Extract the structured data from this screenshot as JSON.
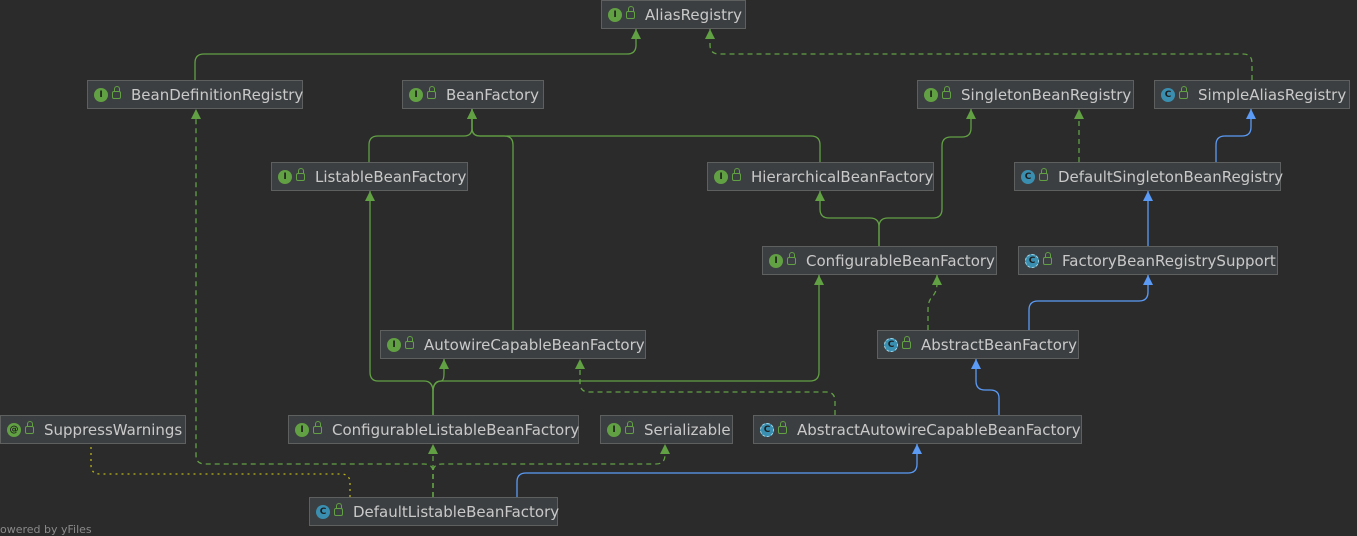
{
  "diagram": {
    "nodes": [
      {
        "id": "alias_registry",
        "label": "AliasRegistry",
        "kind": "interface",
        "icon": "interface-icon"
      },
      {
        "id": "bean_definition_registry",
        "label": "BeanDefinitionRegistry",
        "kind": "interface",
        "icon": "interface-icon"
      },
      {
        "id": "bean_factory",
        "label": "BeanFactory",
        "kind": "interface",
        "icon": "interface-icon"
      },
      {
        "id": "singleton_bean_registry",
        "label": "SingletonBeanRegistry",
        "kind": "interface",
        "icon": "interface-icon"
      },
      {
        "id": "simple_alias_registry",
        "label": "SimpleAliasRegistry",
        "kind": "class",
        "icon": "class-icon"
      },
      {
        "id": "listable_bean_factory",
        "label": "ListableBeanFactory",
        "kind": "interface",
        "icon": "interface-icon"
      },
      {
        "id": "hierarchical_bean_factory",
        "label": "HierarchicalBeanFactory",
        "kind": "interface",
        "icon": "interface-icon"
      },
      {
        "id": "default_singleton_bean_registry",
        "label": "DefaultSingletonBeanRegistry",
        "kind": "class",
        "icon": "class-icon"
      },
      {
        "id": "configurable_bean_factory",
        "label": "ConfigurableBeanFactory",
        "kind": "interface",
        "icon": "interface-icon"
      },
      {
        "id": "factory_bean_registry_support",
        "label": "FactoryBeanRegistrySupport",
        "kind": "abstract",
        "icon": "abstract-class-icon"
      },
      {
        "id": "autowire_capable_bean_factory",
        "label": "AutowireCapableBeanFactory",
        "kind": "interface",
        "icon": "interface-icon"
      },
      {
        "id": "abstract_bean_factory",
        "label": "AbstractBeanFactory",
        "kind": "abstract",
        "icon": "abstract-class-icon"
      },
      {
        "id": "suppress_warnings",
        "label": "SuppressWarnings",
        "kind": "annotation",
        "icon": "annotation-icon"
      },
      {
        "id": "configurable_listable_bean_factory",
        "label": "ConfigurableListableBeanFactory",
        "kind": "interface",
        "icon": "interface-icon"
      },
      {
        "id": "serializable",
        "label": "Serializable",
        "kind": "interface",
        "icon": "interface-icon"
      },
      {
        "id": "abstract_autowire_capable_bean_factory",
        "label": "AbstractAutowireCapableBeanFactory",
        "kind": "abstract",
        "icon": "abstract-class-icon"
      },
      {
        "id": "default_listable_bean_factory",
        "label": "DefaultListableBeanFactory",
        "kind": "class",
        "icon": "class-icon"
      }
    ],
    "edges": [
      {
        "from": "bean_definition_registry",
        "to": "alias_registry",
        "type": "extends"
      },
      {
        "from": "simple_alias_registry",
        "to": "alias_registry",
        "type": "implements"
      },
      {
        "from": "listable_bean_factory",
        "to": "bean_factory",
        "type": "extends"
      },
      {
        "from": "hierarchical_bean_factory",
        "to": "bean_factory",
        "type": "extends"
      },
      {
        "from": "autowire_capable_bean_factory",
        "to": "bean_factory",
        "type": "extends"
      },
      {
        "from": "configurable_bean_factory",
        "to": "hierarchical_bean_factory",
        "type": "extends"
      },
      {
        "from": "configurable_bean_factory",
        "to": "singleton_bean_registry",
        "type": "extends"
      },
      {
        "from": "default_singleton_bean_registry",
        "to": "singleton_bean_registry",
        "type": "implements"
      },
      {
        "from": "default_singleton_bean_registry",
        "to": "simple_alias_registry",
        "type": "class-extends"
      },
      {
        "from": "factory_bean_registry_support",
        "to": "default_singleton_bean_registry",
        "type": "class-extends"
      },
      {
        "from": "abstract_bean_factory",
        "to": "factory_bean_registry_support",
        "type": "class-extends"
      },
      {
        "from": "abstract_bean_factory",
        "to": "configurable_bean_factory",
        "type": "implements"
      },
      {
        "from": "abstract_autowire_capable_bean_factory",
        "to": "abstract_bean_factory",
        "type": "class-extends"
      },
      {
        "from": "abstract_autowire_capable_bean_factory",
        "to": "autowire_capable_bean_factory",
        "type": "implements"
      },
      {
        "from": "configurable_listable_bean_factory",
        "to": "listable_bean_factory",
        "type": "extends"
      },
      {
        "from": "configurable_listable_bean_factory",
        "to": "autowire_capable_bean_factory",
        "type": "extends"
      },
      {
        "from": "configurable_listable_bean_factory",
        "to": "configurable_bean_factory",
        "type": "extends"
      },
      {
        "from": "default_listable_bean_factory",
        "to": "configurable_listable_bean_factory",
        "type": "implements"
      },
      {
        "from": "default_listable_bean_factory",
        "to": "bean_definition_registry",
        "type": "implements"
      },
      {
        "from": "default_listable_bean_factory",
        "to": "serializable",
        "type": "implements"
      },
      {
        "from": "default_listable_bean_factory",
        "to": "abstract_autowire_capable_bean_factory",
        "type": "class-extends"
      },
      {
        "from": "default_listable_bean_factory",
        "to": "suppress_warnings",
        "type": "annotated"
      }
    ],
    "colors": {
      "background": "#2b2b2b",
      "interface_edge": "#62a044",
      "class_edge": "#5b9bf5",
      "annotation_edge": "#b8b21a"
    }
  },
  "footer": {
    "text": "owered by yFiles"
  }
}
